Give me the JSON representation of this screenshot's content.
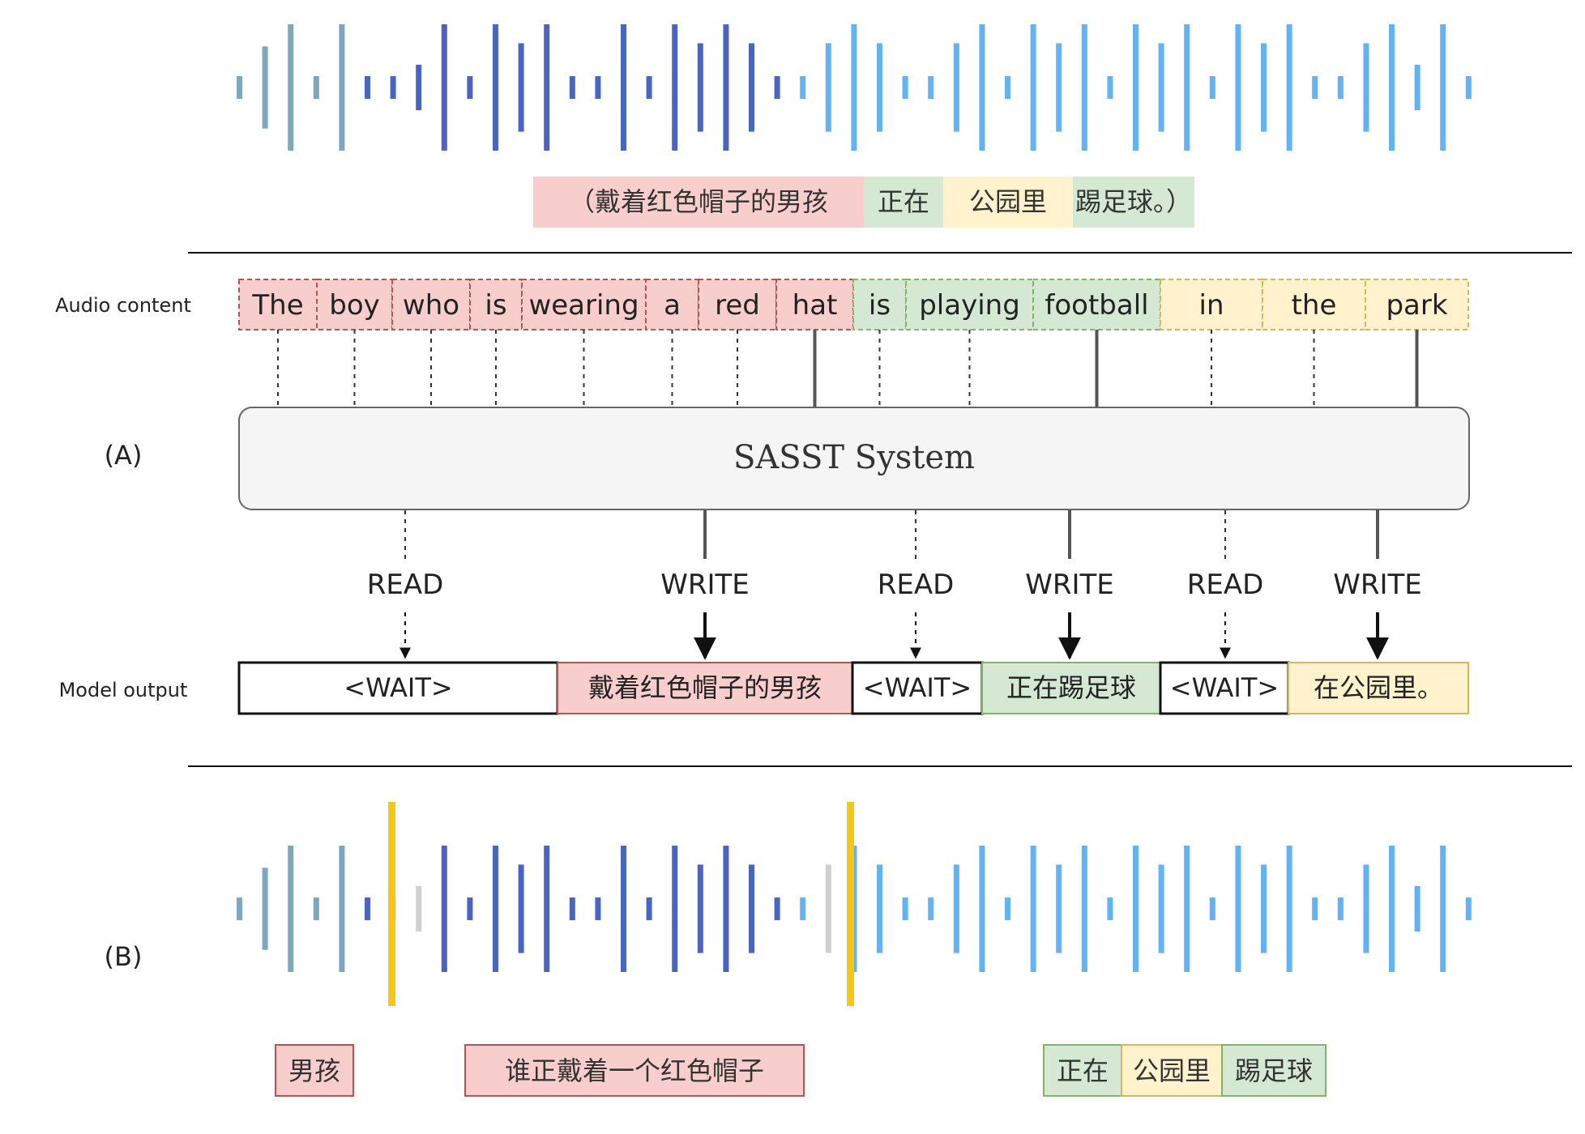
{
  "labels": {
    "audio_content": "Audio content",
    "model_output": "Model output",
    "section_a": "(A)",
    "section_b": "(B)",
    "system": "SASST System"
  },
  "colors": {
    "red_fill": "#f8cecc",
    "red_stroke": "#b85450",
    "green_fill": "#d5e8d4",
    "green_stroke": "#82b366",
    "yellow_fill": "#fff2cc",
    "yellow_stroke": "#d6b656",
    "wave_grey": "#7ea6be",
    "wave_dark": "#4a64c4",
    "wave_light": "#63b2f5",
    "wave_faint": "#d0d0d0",
    "cut_marker": "#f5c518"
  },
  "top_translation": [
    {
      "text": "（戴着红色帽子的男孩",
      "color": "red"
    },
    {
      "text": "正在",
      "color": "green"
    },
    {
      "text": "公园里",
      "color": "yellow"
    },
    {
      "text": "踢足球。）",
      "color": "green"
    }
  ],
  "audio_words": [
    {
      "text": "The",
      "color": "red",
      "line": "dashed"
    },
    {
      "text": "boy",
      "color": "red",
      "line": "dashed"
    },
    {
      "text": "who",
      "color": "red",
      "line": "dashed"
    },
    {
      "text": "is",
      "color": "red",
      "line": "dashed"
    },
    {
      "text": "wearing",
      "color": "red",
      "line": "dashed"
    },
    {
      "text": "a",
      "color": "red",
      "line": "dashed"
    },
    {
      "text": "red",
      "color": "red",
      "line": "dashed"
    },
    {
      "text": "hat",
      "color": "red",
      "line": "solid"
    },
    {
      "text": "is",
      "color": "green",
      "line": "dashed"
    },
    {
      "text": "playing",
      "color": "green",
      "line": "dashed"
    },
    {
      "text": "football",
      "color": "green",
      "line": "solid"
    },
    {
      "text": "in",
      "color": "yellow",
      "line": "dashed"
    },
    {
      "text": "the",
      "color": "yellow",
      "line": "dashed"
    },
    {
      "text": "park",
      "color": "yellow",
      "line": "solid"
    }
  ],
  "actions": [
    {
      "label": "READ",
      "line": "dashed"
    },
    {
      "label": "WRITE",
      "line": "solid"
    },
    {
      "label": "READ",
      "line": "dashed"
    },
    {
      "label": "WRITE",
      "line": "solid"
    },
    {
      "label": "READ",
      "line": "dashed"
    },
    {
      "label": "WRITE",
      "line": "solid"
    }
  ],
  "model_output": [
    {
      "text": "<WAIT>",
      "color": "white"
    },
    {
      "text": "戴着红色帽子的男孩",
      "color": "red"
    },
    {
      "text": "<WAIT>",
      "color": "white"
    },
    {
      "text": "正在踢足球",
      "color": "green"
    },
    {
      "text": "<WAIT>",
      "color": "white"
    },
    {
      "text": "在公园里。",
      "color": "yellow"
    }
  ],
  "bottom_segments": [
    {
      "text": "男孩",
      "color": "red"
    },
    {
      "text": "谁正戴着一个红色帽子",
      "color": "red"
    },
    {
      "text": "正在",
      "color": "green"
    },
    {
      "text": "公园里",
      "color": "yellow"
    },
    {
      "text": "踢足球",
      "color": "green"
    }
  ]
}
